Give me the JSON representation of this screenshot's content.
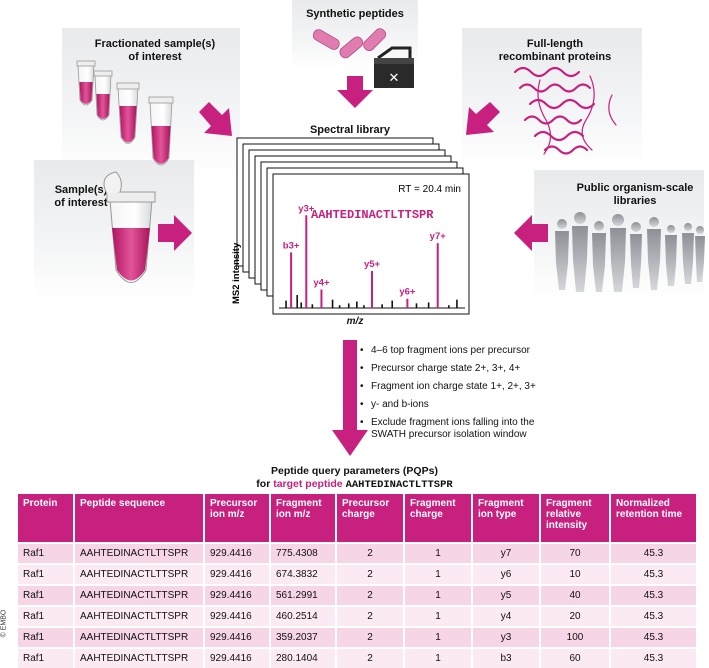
{
  "sources": {
    "synthetic": "Synthetic peptides",
    "fractionated_line1": "Fractionated sample(s)",
    "fractionated_line2": "of interest",
    "recombinant_line1": "Full-length",
    "recombinant_line2": "recombinant proteins",
    "sample_line1": "Sample(s)",
    "sample_line2": "of interest",
    "public_line1": "Public organism-scale",
    "public_line2": "libraries"
  },
  "spectrum": {
    "title": "Spectral library",
    "rt": "RT = 20.4 min",
    "peptide": "AAHTEDINACTLTTSPR",
    "ylabel": "MS2 intensity",
    "xlabel": "m/z"
  },
  "chart_data": {
    "type": "bar",
    "title": "Spectral library",
    "xlabel": "m/z",
    "ylabel": "MS2 intensity",
    "labeled_peaks": [
      {
        "name": "b3+",
        "x": 1.0,
        "intensity": 60
      },
      {
        "name": "y3+",
        "x": 2.5,
        "intensity": 100
      },
      {
        "name": "y4+",
        "x": 4.0,
        "intensity": 20
      },
      {
        "name": "y5+",
        "x": 9.0,
        "intensity": 40
      },
      {
        "name": "y6+",
        "x": 12.5,
        "intensity": 10
      },
      {
        "name": "y7+",
        "x": 15.5,
        "intensity": 70
      }
    ],
    "other_peaks": [
      {
        "x": 0.5,
        "intensity": 8
      },
      {
        "x": 1.6,
        "intensity": 14
      },
      {
        "x": 2.0,
        "intensity": 6
      },
      {
        "x": 3.1,
        "intensity": 4
      },
      {
        "x": 5.1,
        "intensity": 9
      },
      {
        "x": 5.8,
        "intensity": 3
      },
      {
        "x": 6.7,
        "intensity": 5
      },
      {
        "x": 7.5,
        "intensity": 7
      },
      {
        "x": 8.2,
        "intensity": 3
      },
      {
        "x": 10.0,
        "intensity": 4
      },
      {
        "x": 11.0,
        "intensity": 8
      },
      {
        "x": 13.4,
        "intensity": 5
      },
      {
        "x": 14.6,
        "intensity": 6
      },
      {
        "x": 16.6,
        "intensity": 3
      },
      {
        "x": 17.4,
        "intensity": 9
      }
    ],
    "xlim": [
      0,
      18
    ],
    "ylim": [
      0,
      110
    ],
    "colors": {
      "labeled": "#c8207e",
      "other": "#111111"
    }
  },
  "criteria": [
    "4–6 top fragment ions per precursor",
    "Precursor charge state 2+, 3+, 4+",
    "Fragment ion charge state 1+, 2+, 3+",
    "y- and b-ions",
    "Exclude fragment ions falling into the SWATH precursor isolation window"
  ],
  "pqp": {
    "title": "Peptide query parameters (PQPs)",
    "subtitle_prefix": "for ",
    "subtitle_accent": "target peptide",
    "subtitle_peptide": "AAHTEDINACTLTTSPR"
  },
  "table": {
    "headers": [
      "Protein",
      "Peptide sequence",
      "Precursor ion m/z",
      "Fragment ion m/z",
      "Precursor charge",
      "Fragment charge",
      "Fragment ion type",
      "Fragment relative intensity",
      "Normalized retention time"
    ],
    "rows": [
      [
        "Raf1",
        "AAHTEDINACTLTTSPR",
        "929.4416",
        "775.4308",
        "2",
        "1",
        "y7",
        "70",
        "45.3"
      ],
      [
        "Raf1",
        "AAHTEDINACTLTTSPR",
        "929.4416",
        "674.3832",
        "2",
        "1",
        "y6",
        "10",
        "45.3"
      ],
      [
        "Raf1",
        "AAHTEDINACTLTTSPR",
        "929.4416",
        "561.2991",
        "2",
        "1",
        "y5",
        "40",
        "45.3"
      ],
      [
        "Raf1",
        "AAHTEDINACTLTTSPR",
        "929.4416",
        "460.2514",
        "2",
        "1",
        "y4",
        "20",
        "45.3"
      ],
      [
        "Raf1",
        "AAHTEDINACTLTTSPR",
        "929.4416",
        "359.2037",
        "2",
        "1",
        "y3",
        "100",
        "45.3"
      ],
      [
        "Raf1",
        "AAHTEDINACTLTTSPR",
        "929.4416",
        "280.1404",
        "2",
        "1",
        "b3",
        "60",
        "45.3"
      ]
    ]
  },
  "credit": "© EMBO",
  "colors": {
    "accent": "#c8207e",
    "panel": "#e9eaec"
  },
  "icons": [
    "tube-icon",
    "toolbox-icon",
    "protein-structure-icon",
    "people-icon",
    "arrow-icon"
  ]
}
